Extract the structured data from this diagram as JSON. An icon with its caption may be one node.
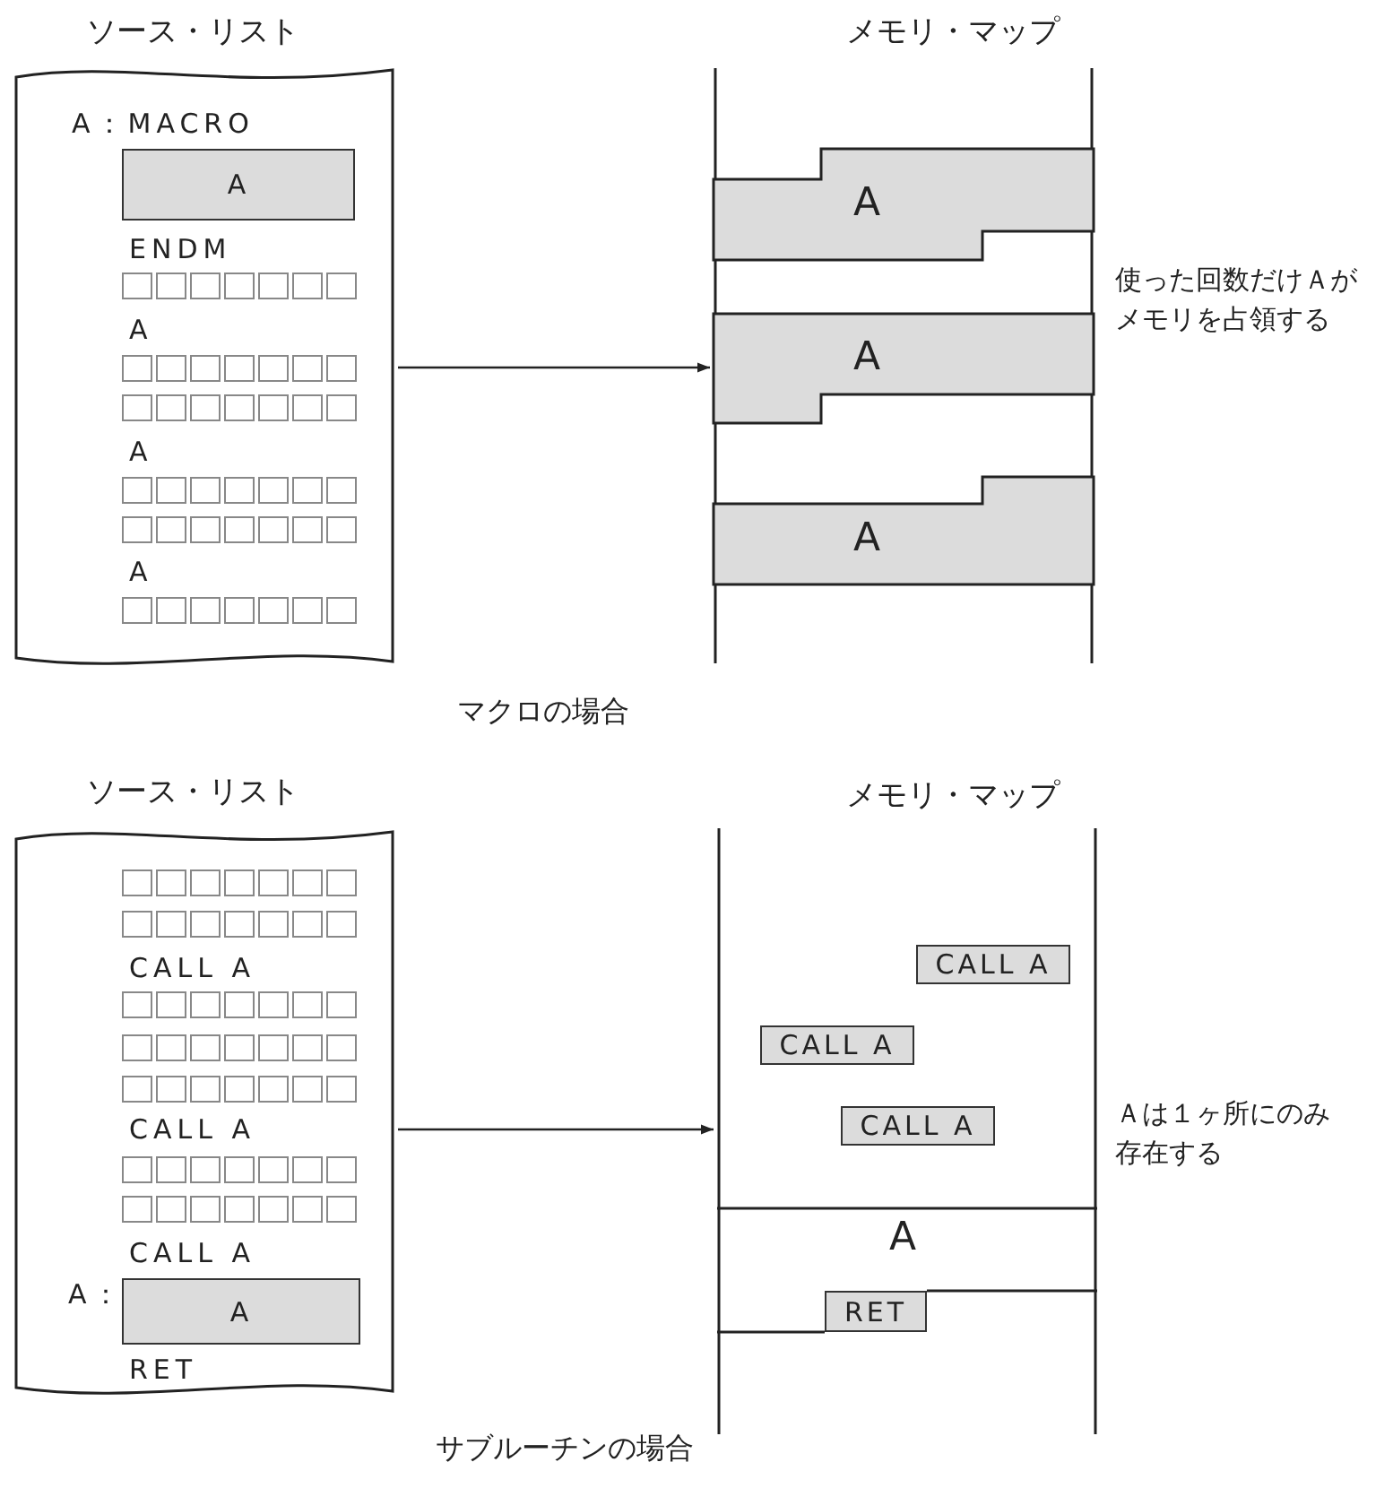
{
  "diagram": {
    "nodes": [
      {
        "text": [
          "ソース・リスト",
          "A：MACRO",
          "ENDM",
          "A",
          "A",
          "A"
        ]
      },
      {
        "text": [
          "A"
        ],
        "in": 0
      },
      {
        "text": [
          "メモリ・マップ"
        ]
      },
      {
        "text": [
          "A"
        ],
        "in": 2
      },
      {
        "text": [
          "A"
        ],
        "in": 2
      },
      {
        "text": [
          "A"
        ],
        "in": 2
      },
      {
        "text": [
          "ソース・リスト",
          "CALL A",
          "CALL A",
          "CALL A",
          "A："
        ]
      },
      {
        "text": [
          "A"
        ],
        "in": 6
      },
      {
        "text": [
          "RET"
        ],
        "in": 6
      },
      {
        "text": [
          "メモリ・マップ"
        ]
      },
      {
        "text": [
          "CALL A"
        ],
        "in": 9
      },
      {
        "text": [
          "CALL A"
        ],
        "in": 9
      },
      {
        "text": [
          "CALL A"
        ],
        "in": 9
      },
      {
        "text": [
          "A"
        ],
        "in": 9
      },
      {
        "text": [
          "RET"
        ],
        "in": 13
      }
    ],
    "edges": [
      {
        "from": 0,
        "to": 2,
        "arrow": "to"
      },
      {
        "from": 6,
        "to": 9,
        "arrow": "to"
      }
    ],
    "labels": [
      "使った回数だけＡがメモリを占領する",
      "マクロの場合",
      "Ａは１ヶ所にのみ存在する",
      "サブルーチンの場合"
    ]
  }
}
